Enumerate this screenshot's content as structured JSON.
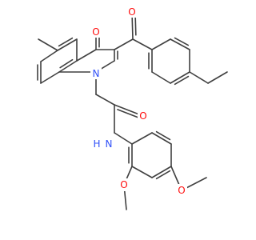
{
  "molecule": {
    "atom_labels": {
      "carbonyl_o_ring": "O",
      "carbonyl_o_ketone": "O",
      "ring_n": "N",
      "amide_o": "O",
      "amide_nh": "H",
      "amide_n": "N",
      "methoxy_o_1": "O",
      "methoxy_o_2": "O"
    },
    "colors": {
      "bond": "#404040",
      "oxygen": "#ff0d0d",
      "nitrogen": "#3050f8",
      "background": "#ffffff"
    }
  }
}
